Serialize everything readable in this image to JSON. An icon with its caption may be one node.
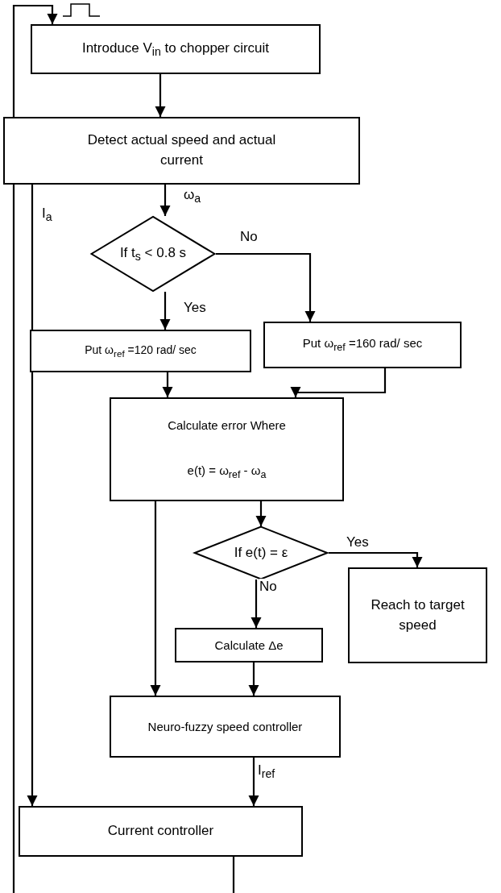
{
  "diagram": {
    "nodes": [
      {
        "text": [
          "Introduce V$_{in}$ to chopper circuit"
        ]
      },
      {
        "text": [
          "Detect actual speed and actual current"
        ]
      },
      {
        "text": [
          "If  t$_{s}$ < 0.8 s"
        ]
      },
      {
        "text": [
          "Put ω$_{ref}$ =120 rad/ sec"
        ]
      },
      {
        "text": [
          "Put ω$_{ref}$ =160 rad/ sec"
        ]
      },
      {
        "text": [
          "Calculate error Where",
          "e(t) = ω$_{ref}$ - ω$_{a}$"
        ]
      },
      {
        "text": [
          "If  e(t) = ε"
        ]
      },
      {
        "text": [
          "Reach to target speed"
        ]
      },
      {
        "text": [
          "Calculate  Δe"
        ]
      },
      {
        "text": [
          "Neuro-fuzzy speed controller"
        ]
      },
      {
        "text": [
          "Current controller"
        ]
      }
    ],
    "edges": [
      {
        "from": 0,
        "to": 1,
        "arrow": "to"
      },
      {
        "from": 1,
        "to": 2,
        "arrow": "to",
        "label": "ω$_{a}$"
      },
      {
        "from": 2,
        "to": 3,
        "arrow": "to",
        "label": "Yes"
      },
      {
        "from": 2,
        "to": 4,
        "arrow": "to",
        "label": "No"
      },
      {
        "from": 3,
        "to": 5,
        "arrow": "to"
      },
      {
        "from": 4,
        "to": 5,
        "arrow": "to"
      },
      {
        "from": 5,
        "to": 6,
        "arrow": "to"
      },
      {
        "from": 6,
        "to": 7,
        "arrow": "to",
        "label": "Yes"
      },
      {
        "from": 6,
        "to": 8,
        "arrow": "to",
        "label": "No"
      },
      {
        "from": 5,
        "to": 9,
        "arrow": "to"
      },
      {
        "from": 8,
        "to": 9,
        "arrow": "to"
      },
      {
        "from": 9,
        "to": 10,
        "arrow": "to",
        "label": "I$_{ref}$"
      },
      {
        "from": 1,
        "to": 10,
        "arrow": "to",
        "label": "I$_{a}$"
      },
      {
        "from": 10,
        "to": null,
        "arrow": "none"
      },
      {
        "from": null,
        "to": 0,
        "arrow": "to"
      }
    ]
  }
}
